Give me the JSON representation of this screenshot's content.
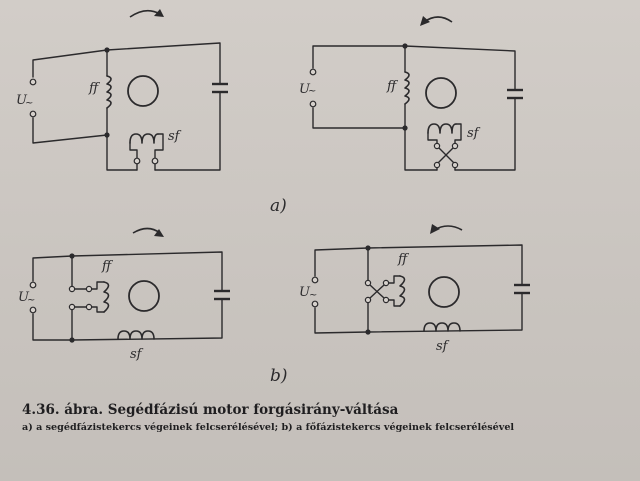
{
  "figure": {
    "panel_a_label": "a)",
    "panel_b_label": "b)",
    "supply_label": "U",
    "supply_symbol": "~",
    "main_winding_label": "ff",
    "aux_winding_label": "sf"
  },
  "caption": {
    "title": "4.36. ábra. Segédfázisú motor forgásirány-váltása",
    "text": "a) a segédfázistekercs végeinek felcserélésével; b) a főfázistekercs végeinek felcserélésével"
  }
}
